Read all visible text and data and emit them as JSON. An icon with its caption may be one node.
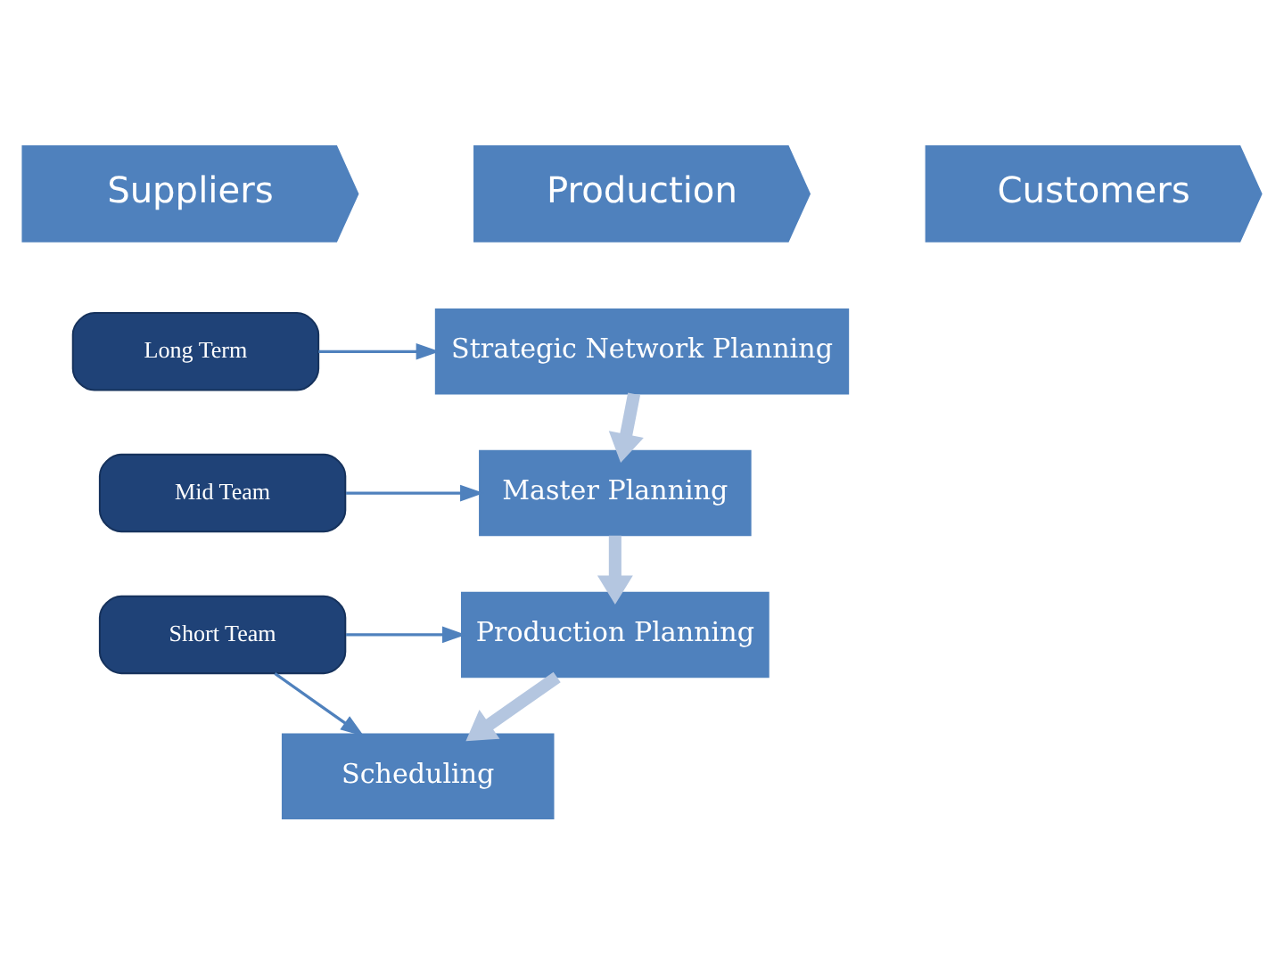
{
  "diagram": {
    "nodes": [
      {
        "text": [
          "Suppliers"
        ]
      },
      {
        "text": [
          "Production"
        ]
      },
      {
        "text": [
          "Customers"
        ]
      },
      {
        "text": [
          "Long Term"
        ]
      },
      {
        "text": [
          "Mid Team"
        ]
      },
      {
        "text": [
          "Short Team"
        ]
      },
      {
        "text": [
          "Strategic Network Planning"
        ]
      },
      {
        "text": [
          "Master Planning"
        ]
      },
      {
        "text": [
          "Production Planning"
        ]
      },
      {
        "text": [
          "Scheduling"
        ]
      }
    ],
    "edges": [
      {
        "from": 3,
        "to": 6,
        "arrow": "to"
      },
      {
        "from": 4,
        "to": 7,
        "arrow": "to"
      },
      {
        "from": 5,
        "to": 8,
        "arrow": "to"
      },
      {
        "from": 5,
        "to": 9,
        "arrow": "to"
      },
      {
        "from": 6,
        "to": 7,
        "arrow": "to",
        "style": "thick",
        "color": "#b4c6e0"
      },
      {
        "from": 7,
        "to": 8,
        "arrow": "to",
        "style": "thick",
        "color": "#b4c6e0"
      },
      {
        "from": 8,
        "to": 9,
        "arrow": "to",
        "style": "thick",
        "color": "#b4c6e0"
      }
    ]
  }
}
